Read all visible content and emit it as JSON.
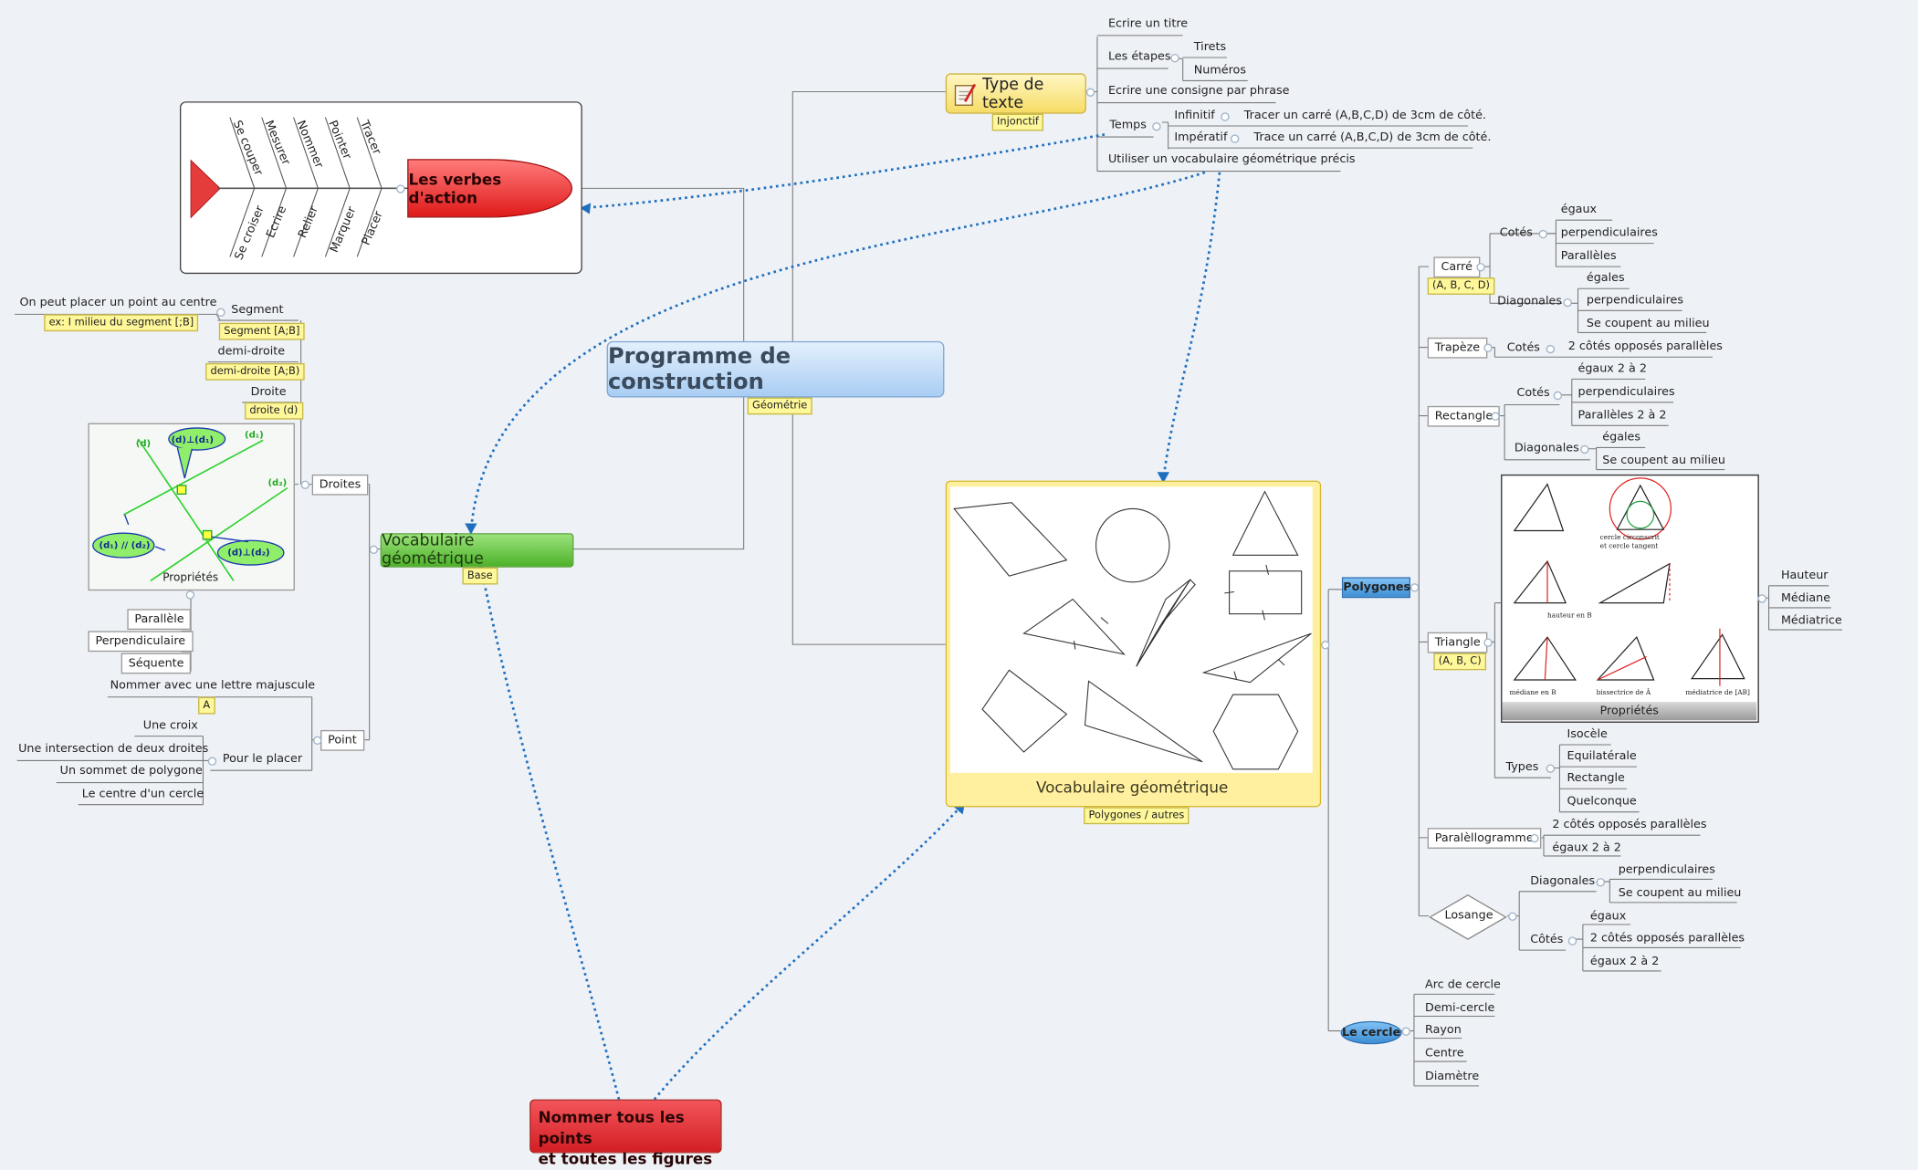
{
  "central": {
    "title": "Programme de construction",
    "tag": "Géométrie"
  },
  "fishbone": {
    "title": "Les verbes d'action",
    "top_verbs": [
      "Se couper",
      "Mesurer",
      "Nommer",
      "Pointer",
      "Tracer"
    ],
    "bottom_verbs": [
      "Se croiser",
      "Ecrire",
      "Relier",
      "Marquer",
      "Placer"
    ]
  },
  "type_texte": {
    "title": "Type de texte",
    "tag": "Injonctif",
    "items": {
      "titre": "Ecrire un titre",
      "etapes": "Les étapes",
      "tirets": "Tirets",
      "numeros": "Numéros",
      "consigne": "Ecrire une consigne par phrase",
      "temps": "Temps",
      "infinitif": "Infinitif",
      "infinitif_ex": "Tracer un carré (A,B,C,D) de 3cm de côté.",
      "imperatif": "Impératif",
      "imperatif_ex": "Trace un carré (A,B,C,D) de 3cm de côté.",
      "vocab": "Utiliser un vocabulaire géométrique précis"
    }
  },
  "vocab": {
    "title": "Vocabulaire géométrique",
    "tag": "Base",
    "segment_note": "On peut placer un point au centre",
    "segment_ex": "ex: I milieu du segment [;B]",
    "segment": "Segment",
    "segment_tag": "Segment [A;B]",
    "demidroite": "demi-droite",
    "demidroite_tag": "demi-droite [A;B)",
    "droite": "Droite",
    "droite_tag": "droite (d)",
    "droites": "Droites",
    "prop_caption": "Propriétés",
    "prop_labels": [
      "(d)",
      "(d)⊥(d₁)",
      "(d₁)",
      "(d₂)",
      "(d₁) // (d₂)",
      "(d)⊥(d₂)"
    ],
    "rel": [
      "Parallèle",
      "Perpendiculaire",
      "Séquente"
    ],
    "nommer": "Nommer avec une lettre majuscule",
    "nommer_tag": "A",
    "point": "Point",
    "placer": "Pour le placer",
    "placer_items": [
      "Une croix",
      "Une intersection de deux droites",
      "Un sommet de polygone",
      "Le centre d'un cercle"
    ]
  },
  "red_note": {
    "line1": "Nommer tous les points",
    "line2": "et toutes les figures"
  },
  "polygons_image": {
    "title": "Vocabulaire géométrique",
    "tag": "Polygones / autres"
  },
  "polygones": {
    "title": "Polygones",
    "carre": "Carré",
    "carre_tag": "(A, B, C, D)",
    "cotes": "Cotés",
    "carre_cotes": [
      "égaux",
      "perpendiculaires",
      "Parallèles"
    ],
    "diagonales": "Diagonales",
    "carre_diag": [
      "égales",
      "perpendiculaires",
      "Se coupent au milieu"
    ],
    "trapeze": "Trapèze",
    "trapeze_cotes": "2 côtés opposés parallèles",
    "rectangle": "Rectangle",
    "rect_cotes": [
      "égaux 2 à 2",
      "perpendiculaires",
      "Parallèles 2 à 2"
    ],
    "rect_diag": [
      "égales",
      "Se coupent au milieu"
    ],
    "triangle": "Triangle",
    "triangle_tag": "(A, B, C)",
    "tri_img_caption": "Propriétés",
    "tri_img_texts": [
      "cercle circonscrit",
      "et cercle tangent",
      "hauteur en B",
      "médiane en B",
      "bissectrice de Â",
      "médiatrice de [AB]"
    ],
    "tri_lines": [
      "Hauteur",
      "Médiane",
      "Médiatrice"
    ],
    "types": "Types",
    "tri_types": [
      "Isocèle",
      "Equilatérale",
      "Rectangle",
      "Quelconque"
    ],
    "para": "Paralèllogramme",
    "para_items": [
      "2 côtés opposés parallèles",
      "égaux 2 à 2"
    ],
    "losange": "Losange",
    "los_diag": [
      "perpendiculaires",
      "Se coupent au milieu"
    ],
    "cotes2": "Côtés",
    "los_cotes": [
      "égaux",
      "2 côtés opposés parallèles",
      "égaux 2 à 2"
    ]
  },
  "cercle": {
    "title": "Le cercle",
    "items": [
      "Arc de cercle",
      "Demi-cercle",
      "Rayon",
      "Centre",
      "Diamètre"
    ]
  }
}
